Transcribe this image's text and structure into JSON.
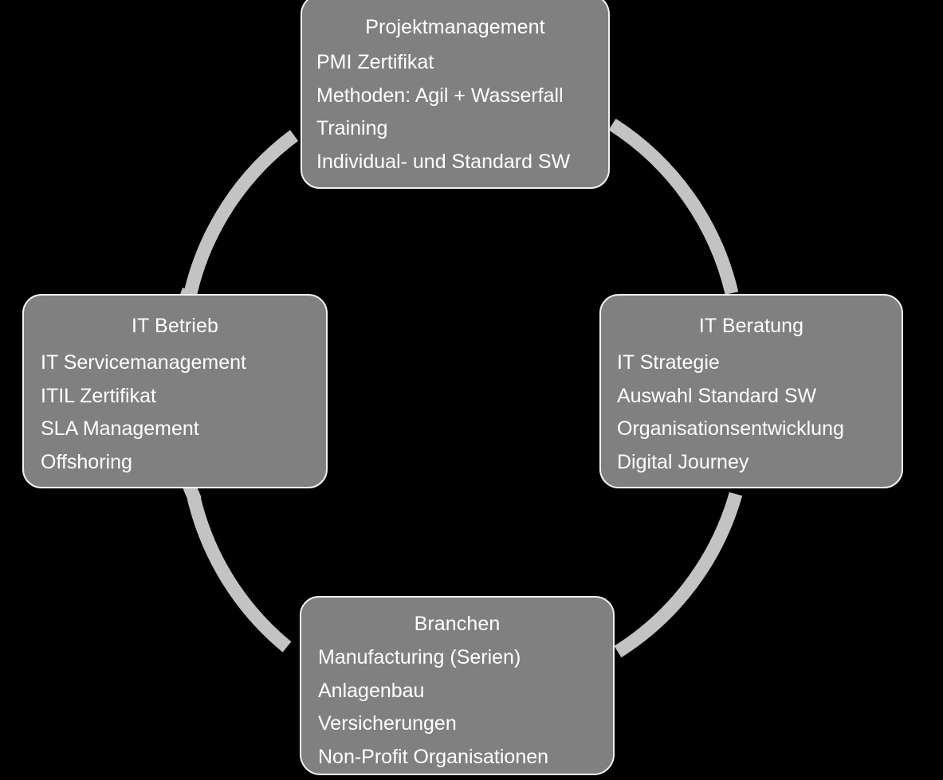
{
  "diagram": {
    "type": "cycle-diagram",
    "background_color": "#000000",
    "node_fill_color": "#808080",
    "node_border_color": "#f2f2f2",
    "arc_color": "#c3c3c3",
    "text_color": "#ffffff",
    "nodes": [
      {
        "id": "projektmanagement",
        "position": "top",
        "title": "Projektmanagement",
        "items": [
          "PMI Zertifikat",
          "Methoden: Agil + Wasserfall",
          "Training",
          "Individual- und Standard SW"
        ]
      },
      {
        "id": "it-beratung",
        "position": "right",
        "title": "IT Beratung",
        "items": [
          "IT Strategie",
          "Auswahl Standard SW",
          "Organisationsentwicklung",
          "Digital Journey"
        ]
      },
      {
        "id": "branchen",
        "position": "bottom",
        "title": "Branchen",
        "items": [
          "Manufacturing (Serien)",
          "Anlagenbau",
          "Versicherungen",
          "Non-Profit Organisationen"
        ]
      },
      {
        "id": "it-betrieb",
        "position": "left",
        "title": "IT Betrieb",
        "items": [
          "IT Servicemanagement",
          "ITIL Zertifikat",
          "SLA Management",
          "Offshoring"
        ]
      }
    ],
    "connectors": [
      {
        "id": "arc-top-right",
        "from": "projektmanagement",
        "to": "it-beratung"
      },
      {
        "id": "arc-right-bottom",
        "from": "it-beratung",
        "to": "branchen"
      },
      {
        "id": "arc-bottom-left",
        "from": "branchen",
        "to": "it-betrieb"
      },
      {
        "id": "arc-left-top",
        "from": "it-betrieb",
        "to": "projektmanagement"
      }
    ]
  }
}
